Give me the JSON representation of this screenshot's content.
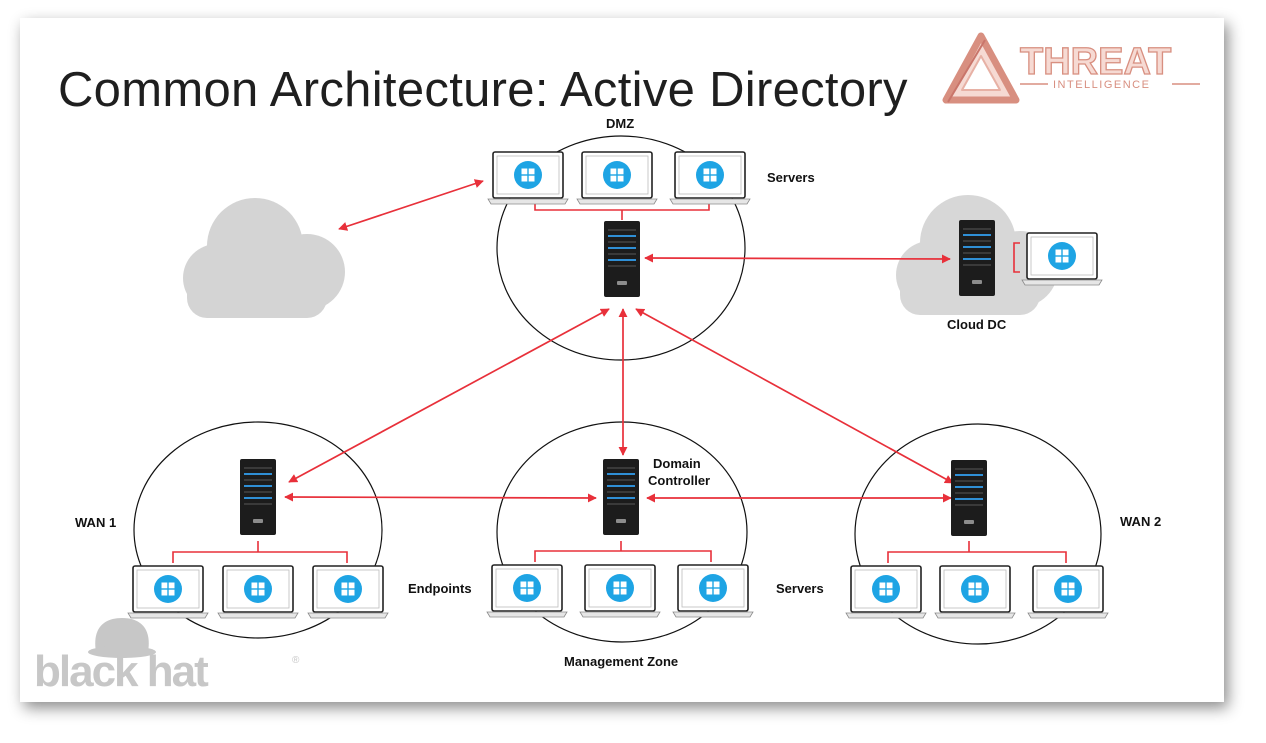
{
  "slide": {
    "title": "Common Architecture: Active Directory"
  },
  "logos": {
    "threat_main": "THREAT",
    "threat_sub": "INTELLIGENCE",
    "blackhat": "black hat",
    "blackhat_mark": "®"
  },
  "labels": {
    "dmz": "DMZ",
    "servers_top": "Servers",
    "cloud_dc": "Cloud DC",
    "domain_controller_line1": "Domain",
    "domain_controller_line2": "Controller",
    "wan1": "WAN 1",
    "wan2": "WAN 2",
    "endpoints": "Endpoints",
    "servers_bottom": "Servers",
    "management_zone": "Management Zone"
  },
  "colors": {
    "link": "#e8303a",
    "server_body": "#1c1c1c",
    "server_accent": "#2f8fd6",
    "windows_badge": "#1ea4e4",
    "cloud": "#d4d4d4",
    "zone_outline": "#111111"
  },
  "icons": [
    "windows-logo-icon",
    "server-tower-icon",
    "laptop-icon",
    "cloud-icon"
  ]
}
